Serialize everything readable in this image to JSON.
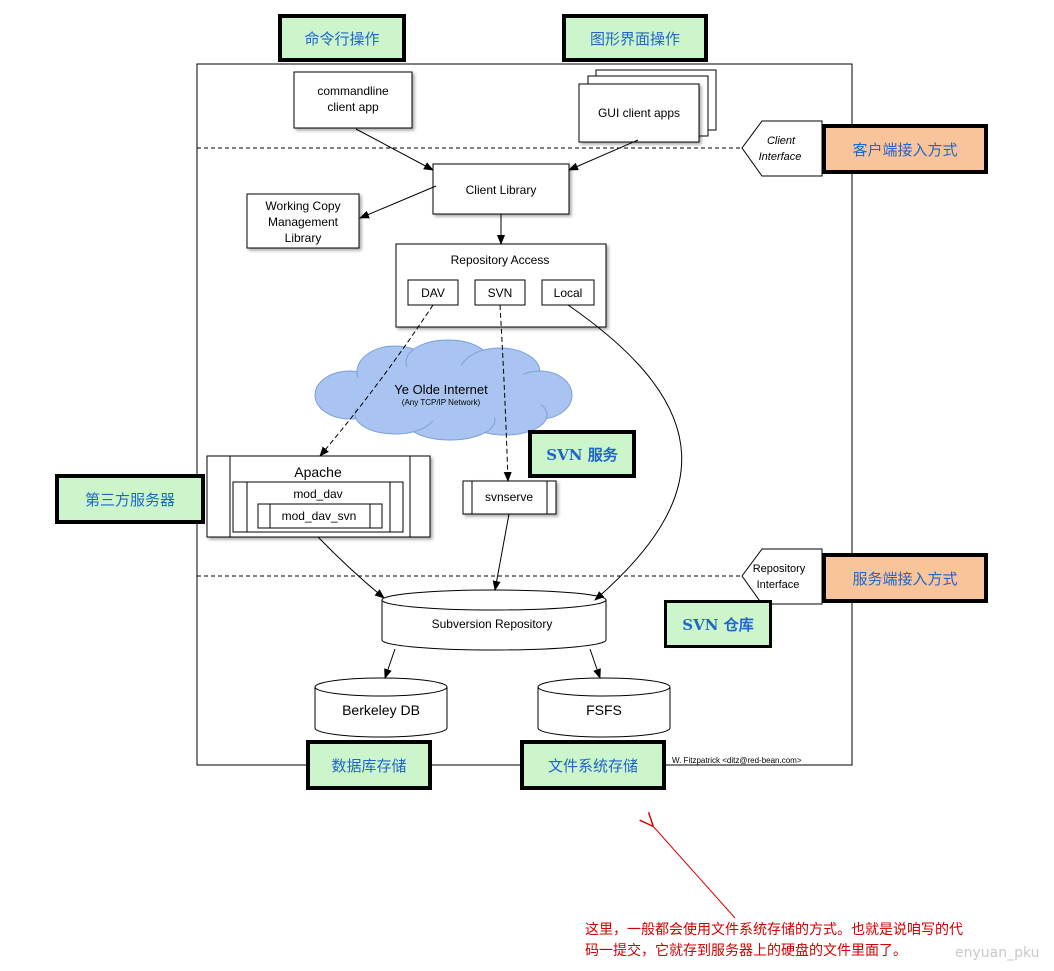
{
  "tags": {
    "cmd": "命令行操作",
    "gui": "图形界面操作",
    "client_access": "客户端接入方式",
    "third_party": "第三方服务器",
    "svn_service": "SVN 服务",
    "server_access": "服务端接入方式",
    "svn_repo": "SVN 仓库",
    "db_storage": "数据库存储",
    "fs_storage": "文件系统存储"
  },
  "diagram": {
    "commandline_app": [
      "commandline",
      "client app"
    ],
    "gui_apps": "GUI client apps",
    "client_interface": [
      "Client",
      "Interface"
    ],
    "client_library": "Client Library",
    "working_copy": [
      "Working Copy",
      "Management",
      "Library"
    ],
    "repo_access": "Repository Access",
    "dav": "DAV",
    "svn": "SVN",
    "local": "Local",
    "internet_title": "Ye Olde Internet",
    "internet_sub": "(Any TCP/IP Network)",
    "apache": "Apache",
    "mod_dav": "mod_dav",
    "mod_dav_svn": "mod_dav_svn",
    "svnserve": "svnserve",
    "repo_interface": [
      "Repository",
      "Interface"
    ],
    "subversion_repo": "Subversion Repository",
    "berkeley": "Berkeley DB",
    "fsfs": "FSFS",
    "credit": "W. Fitzpatrick <ditz@red-bean.com>"
  },
  "note": {
    "line1": "这里，一般都会使用文件系统存储的方式。也就是说咱写的代",
    "line2": "码一提交，它就存到服务器上的硬盘的文件里面了。"
  },
  "watermark": "enyuan_pku",
  "colors": {
    "green": "#ccf5cc",
    "orange": "#f9c49a",
    "label_blue": "#1f66c7",
    "note_red": "#d10000"
  }
}
